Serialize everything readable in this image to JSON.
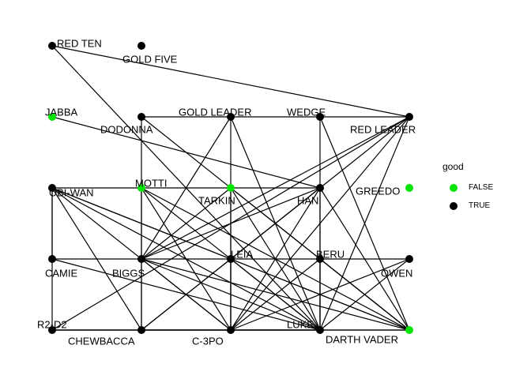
{
  "legend": {
    "title": "good",
    "items": [
      {
        "label": "FALSE",
        "color": "#00e600"
      },
      {
        "label": "TRUE",
        "color": "#000000"
      }
    ]
  },
  "nodes": [
    {
      "id": "RED TEN",
      "good": true
    },
    {
      "id": "GOLD FIVE",
      "good": true
    },
    {
      "id": "JABBA",
      "good": false
    },
    {
      "id": "DODONNA",
      "good": true
    },
    {
      "id": "GOLD LEADER",
      "good": true
    },
    {
      "id": "WEDGE",
      "good": true
    },
    {
      "id": "RED LEADER",
      "good": true
    },
    {
      "id": "OBI-WAN",
      "good": true
    },
    {
      "id": "MOTTI",
      "good": false
    },
    {
      "id": "TARKIN",
      "good": false
    },
    {
      "id": "HAN",
      "good": true
    },
    {
      "id": "GREEDO",
      "good": false
    },
    {
      "id": "CAMIE",
      "good": true
    },
    {
      "id": "BIGGS",
      "good": true
    },
    {
      "id": "LEIA",
      "good": true
    },
    {
      "id": "BERU",
      "good": true
    },
    {
      "id": "OWEN",
      "good": true
    },
    {
      "id": "R2-D2",
      "good": true
    },
    {
      "id": "CHEWBACCA",
      "good": true
    },
    {
      "id": "C-3PO",
      "good": true
    },
    {
      "id": "LUKE",
      "good": true
    },
    {
      "id": "DARTH VADER",
      "good": false
    }
  ],
  "edges": [
    [
      "RED TEN",
      "RED LEADER"
    ],
    [
      "RED TEN",
      "LUKE"
    ],
    [
      "JABBA",
      "HAN"
    ],
    [
      "DODONNA",
      "GOLD LEADER"
    ],
    [
      "DODONNA",
      "DARTH VADER"
    ],
    [
      "DODONNA",
      "CHEWBACCA"
    ],
    [
      "GOLD LEADER",
      "WEDGE"
    ],
    [
      "GOLD LEADER",
      "BIGGS"
    ],
    [
      "GOLD LEADER",
      "C-3PO"
    ],
    [
      "GOLD LEADER",
      "LUKE"
    ],
    [
      "WEDGE",
      "RED LEADER"
    ],
    [
      "WEDGE",
      "LUKE"
    ],
    [
      "WEDGE",
      "DARTH VADER"
    ],
    [
      "RED LEADER",
      "BIGGS"
    ],
    [
      "RED LEADER",
      "C-3PO"
    ],
    [
      "RED LEADER",
      "LUKE"
    ],
    [
      "RED LEADER",
      "HAN"
    ],
    [
      "RED LEADER",
      "R2-D2"
    ],
    [
      "OBI-WAN",
      "MOTTI"
    ],
    [
      "OBI-WAN",
      "CAMIE"
    ],
    [
      "OBI-WAN",
      "R2-D2"
    ],
    [
      "OBI-WAN",
      "LEIA"
    ],
    [
      "OBI-WAN",
      "LUKE"
    ],
    [
      "OBI-WAN",
      "DARTH VADER"
    ],
    [
      "OBI-WAN",
      "CHEWBACCA"
    ],
    [
      "OBI-WAN",
      "C-3PO"
    ],
    [
      "MOTTI",
      "HAN"
    ],
    [
      "MOTTI",
      "LUKE"
    ],
    [
      "MOTTI",
      "CHEWBACCA"
    ],
    [
      "MOTTI",
      "C-3PO"
    ],
    [
      "MOTTI",
      "DARTH VADER"
    ],
    [
      "TARKIN",
      "BIGGS"
    ],
    [
      "TARKIN",
      "C-3PO"
    ],
    [
      "TARKIN",
      "LUKE"
    ],
    [
      "TARKIN",
      "DARTH VADER"
    ],
    [
      "HAN",
      "BIGGS"
    ],
    [
      "HAN",
      "LEIA"
    ],
    [
      "HAN",
      "C-3PO"
    ],
    [
      "HAN",
      "LUKE"
    ],
    [
      "HAN",
      "CHEWBACCA"
    ],
    [
      "HAN",
      "DARTH VADER"
    ],
    [
      "CAMIE",
      "BIGGS"
    ],
    [
      "CAMIE",
      "LUKE"
    ],
    [
      "BIGGS",
      "LEIA"
    ],
    [
      "BIGGS",
      "C-3PO"
    ],
    [
      "BIGGS",
      "LUKE"
    ],
    [
      "BIGGS",
      "DARTH VADER"
    ],
    [
      "LEIA",
      "BERU"
    ],
    [
      "LEIA",
      "C-3PO"
    ],
    [
      "LEIA",
      "LUKE"
    ],
    [
      "LEIA",
      "CHEWBACCA"
    ],
    [
      "LEIA",
      "DARTH VADER"
    ],
    [
      "BERU",
      "OWEN"
    ],
    [
      "BERU",
      "C-3PO"
    ],
    [
      "BERU",
      "LUKE"
    ],
    [
      "BERU",
      "DARTH VADER"
    ],
    [
      "OWEN",
      "C-3PO"
    ],
    [
      "OWEN",
      "LUKE"
    ],
    [
      "R2-D2",
      "CHEWBACCA"
    ],
    [
      "R2-D2",
      "C-3PO"
    ],
    [
      "R2-D2",
      "LUKE"
    ],
    [
      "CHEWBACCA",
      "C-3PO"
    ],
    [
      "CHEWBACCA",
      "LUKE"
    ],
    [
      "C-3PO",
      "LUKE"
    ],
    [
      "C-3PO",
      "DARTH VADER"
    ],
    [
      "LUKE",
      "DARTH VADER"
    ]
  ]
}
